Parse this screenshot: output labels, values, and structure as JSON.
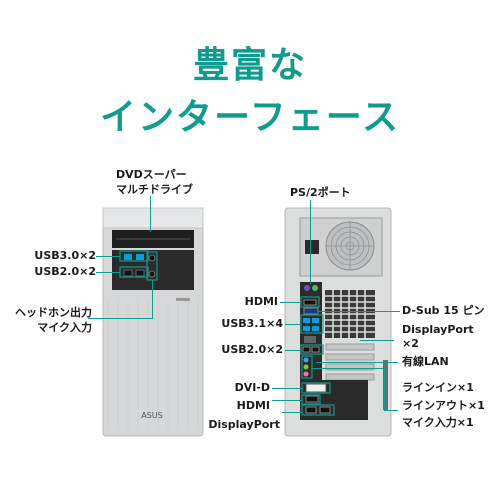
{
  "heading": {
    "line1": "豊富な",
    "line2": "インターフェース"
  },
  "colors": {
    "accent": "#0f9b8e",
    "silver": "#d9dadb",
    "dark": "#2a2a2a"
  },
  "front": {
    "dvd_label_1": "DVDスーパー",
    "dvd_label_2": "マルチドライブ",
    "usb30": "USB3.0×2",
    "usb20": "USB2.0×2",
    "audio_1": "ヘッドホン出力",
    "audio_2": "マイク入力",
    "logo": "ASUS"
  },
  "rear": {
    "ps2": "PS/2ポート",
    "hdmi_top": "HDMI",
    "usb31": "USB3.1×4",
    "usb20": "USB2.0×2",
    "dvid": "DVI-D",
    "hdmi_bottom": "HDMI",
    "displayport_left": "DisplayPort",
    "dsub": "D-Sub 15 ピン",
    "displayport_right_1": "DisplayPort",
    "displayport_right_2": "×2",
    "lan": "有線LAN",
    "line_in": "ラインイン×1",
    "line_out": "ラインアウト×1",
    "mic_in": "マイク入力×1"
  }
}
